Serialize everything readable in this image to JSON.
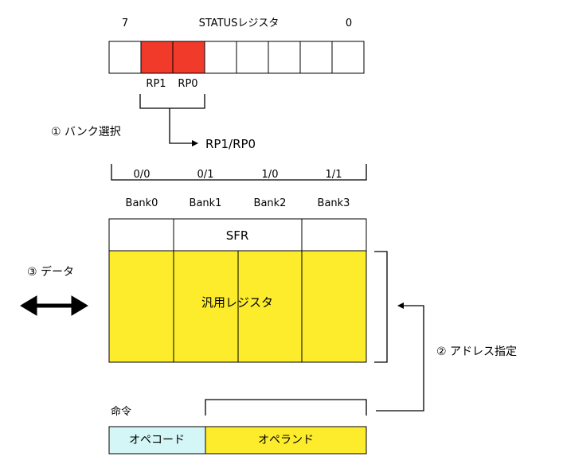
{
  "status_register": {
    "title": "STATUSレジスタ",
    "bit_high": "7",
    "bit_low": "0",
    "bits": [
      "",
      "RP1",
      "RP0",
      "",
      "",
      "",
      "",
      ""
    ],
    "highlight_color": "#f23a2a"
  },
  "bank_select": {
    "step_label": "① バンク選択",
    "target_label": "RP1/RP0"
  },
  "banks": [
    {
      "code": "0/0",
      "name": "Bank0"
    },
    {
      "code": "0/1",
      "name": "Bank1"
    },
    {
      "code": "1/0",
      "name": "Bank2"
    },
    {
      "code": "1/1",
      "name": "Bank3"
    }
  ],
  "memory": {
    "sfr_label": "SFR",
    "gpr_label": "汎用レジスタ",
    "gpr_color": "#fcec2c"
  },
  "data_label": "③ データ",
  "address_label": "② アドレス指定",
  "instruction": {
    "label": "命令",
    "opcode": "オペコード",
    "operand": "オペランド",
    "opcode_color": "#d4f6f6",
    "operand_color": "#fcec2c"
  }
}
